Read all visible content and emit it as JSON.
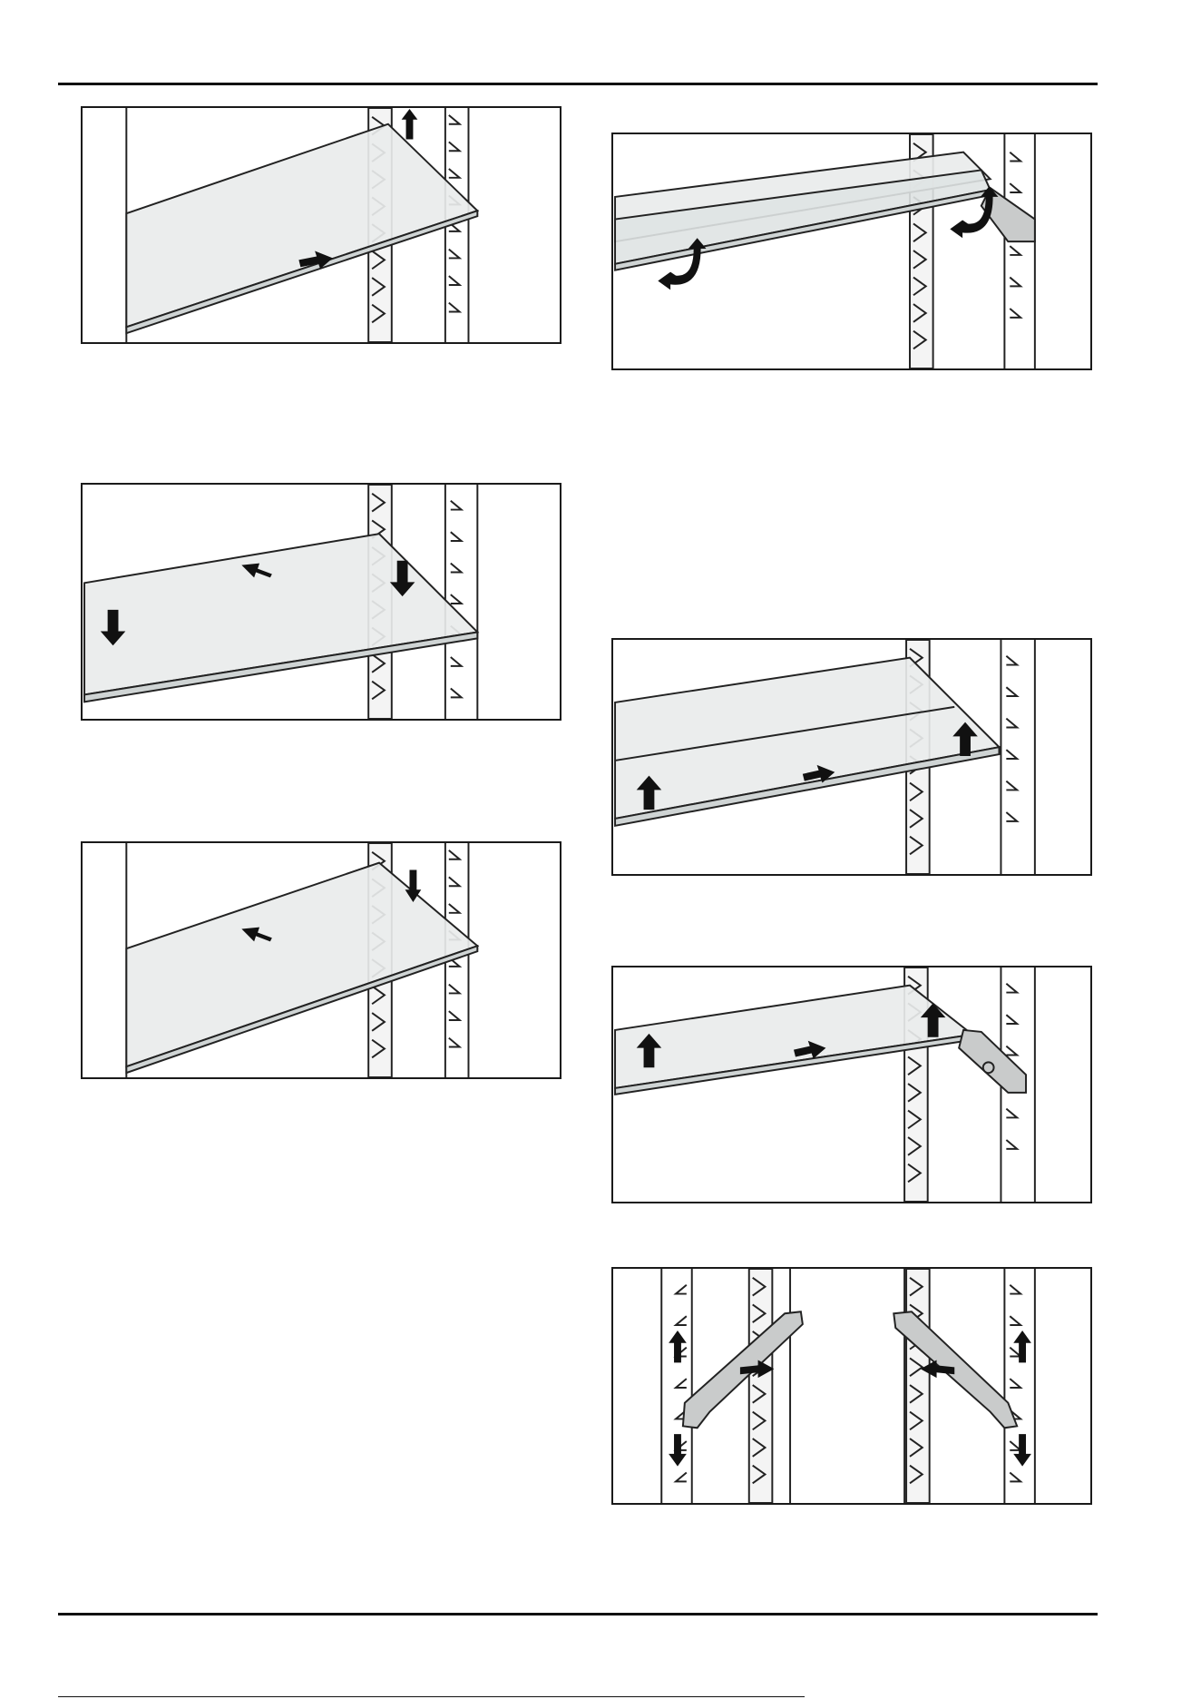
{
  "page": {
    "figures": [
      {
        "id": "fig-1",
        "icons": [
          "arrow-up-icon",
          "arrow-pull-icon"
        ]
      },
      {
        "id": "fig-2",
        "icons": [
          "arrow-rotate-down-icon",
          "arrow-rotate-down-icon"
        ]
      },
      {
        "id": "fig-3",
        "icons": [
          "arrow-down-icon",
          "arrow-down-icon",
          "arrow-push-icon"
        ]
      },
      {
        "id": "fig-4",
        "icons": [
          "arrow-up-icon",
          "arrow-up-icon",
          "arrow-pull-icon"
        ]
      },
      {
        "id": "fig-5",
        "icons": [
          "arrow-down-icon",
          "arrow-push-icon"
        ]
      },
      {
        "id": "fig-6",
        "icons": [
          "arrow-up-icon",
          "arrow-up-icon",
          "arrow-pull-icon"
        ]
      },
      {
        "id": "fig-7",
        "icons": [
          "arrow-up-down-icon",
          "arrow-up-down-icon",
          "arrow-push-icon",
          "arrow-push-icon"
        ]
      }
    ],
    "colors": {
      "rule": "#111111",
      "glass": "#e9ecec",
      "bracket": "#c9cbcb",
      "arrow": "#111111"
    }
  }
}
